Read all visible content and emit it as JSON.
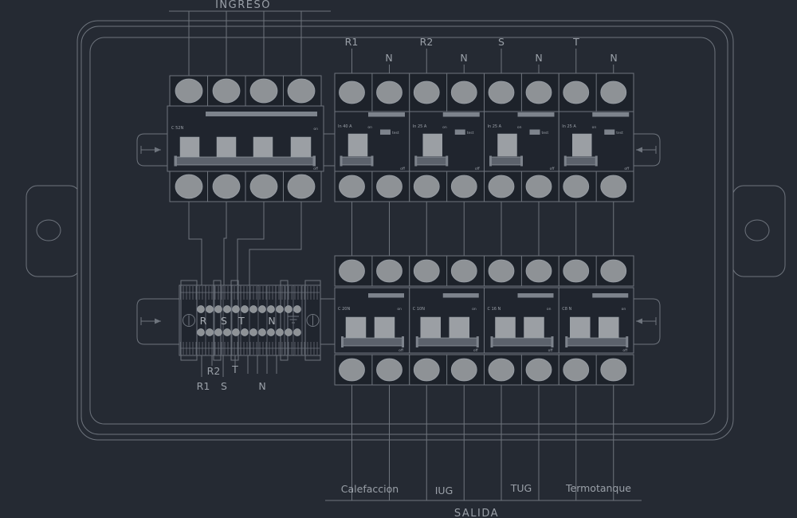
{
  "colors": {
    "background": "#252a33",
    "line": "#6e747d",
    "line_bright": "#9aa0a8",
    "text": "#9aa0a8",
    "screw_fill": "#8e9296",
    "handle_fill": "#9b9fa4",
    "bar_fill": "#5c626c",
    "window_fill": "#7d838c",
    "body_fill": "#20252e",
    "strip_fill": "#1d222a"
  },
  "ingreso": {
    "title": "INGRESO"
  },
  "inputs": {
    "labels": [
      "R1",
      "N",
      "R2",
      "N",
      "S",
      "N",
      "T",
      "N"
    ]
  },
  "main_breaker": {
    "model": "C 52N",
    "on_label": "on",
    "off_label": "off"
  },
  "rcd_breakers": [
    {
      "rating": "In 40 A",
      "on_label": "on",
      "test_label": "test",
      "off_label": "off"
    },
    {
      "rating": "In 25 A",
      "on_label": "on",
      "test_label": "test",
      "off_label": "off"
    },
    {
      "rating": "In 25 A",
      "on_label": "on",
      "test_label": "test",
      "off_label": "off"
    },
    {
      "rating": "In 25 A",
      "on_label": "on",
      "test_label": "test",
      "off_label": "off"
    }
  ],
  "terminal_block": {
    "letters": [
      "R",
      "S",
      "T",
      "N"
    ]
  },
  "block_outputs": {
    "labels": [
      "R1",
      "R2",
      "S",
      "T",
      "N"
    ]
  },
  "mcb_breakers": [
    {
      "model": "C 20N",
      "on_label": "on",
      "off_label": "off"
    },
    {
      "model": "C 10N",
      "on_label": "on",
      "off_label": "off"
    },
    {
      "model": "C 16 N",
      "on_label": "on",
      "off_label": "off"
    },
    {
      "model": "C8 N",
      "on_label": "on",
      "off_label": "off"
    }
  ],
  "salida": {
    "title": "SALIDA",
    "circuits": [
      "Calefaccion",
      "IUG",
      "TUG",
      "Termotanque"
    ]
  }
}
